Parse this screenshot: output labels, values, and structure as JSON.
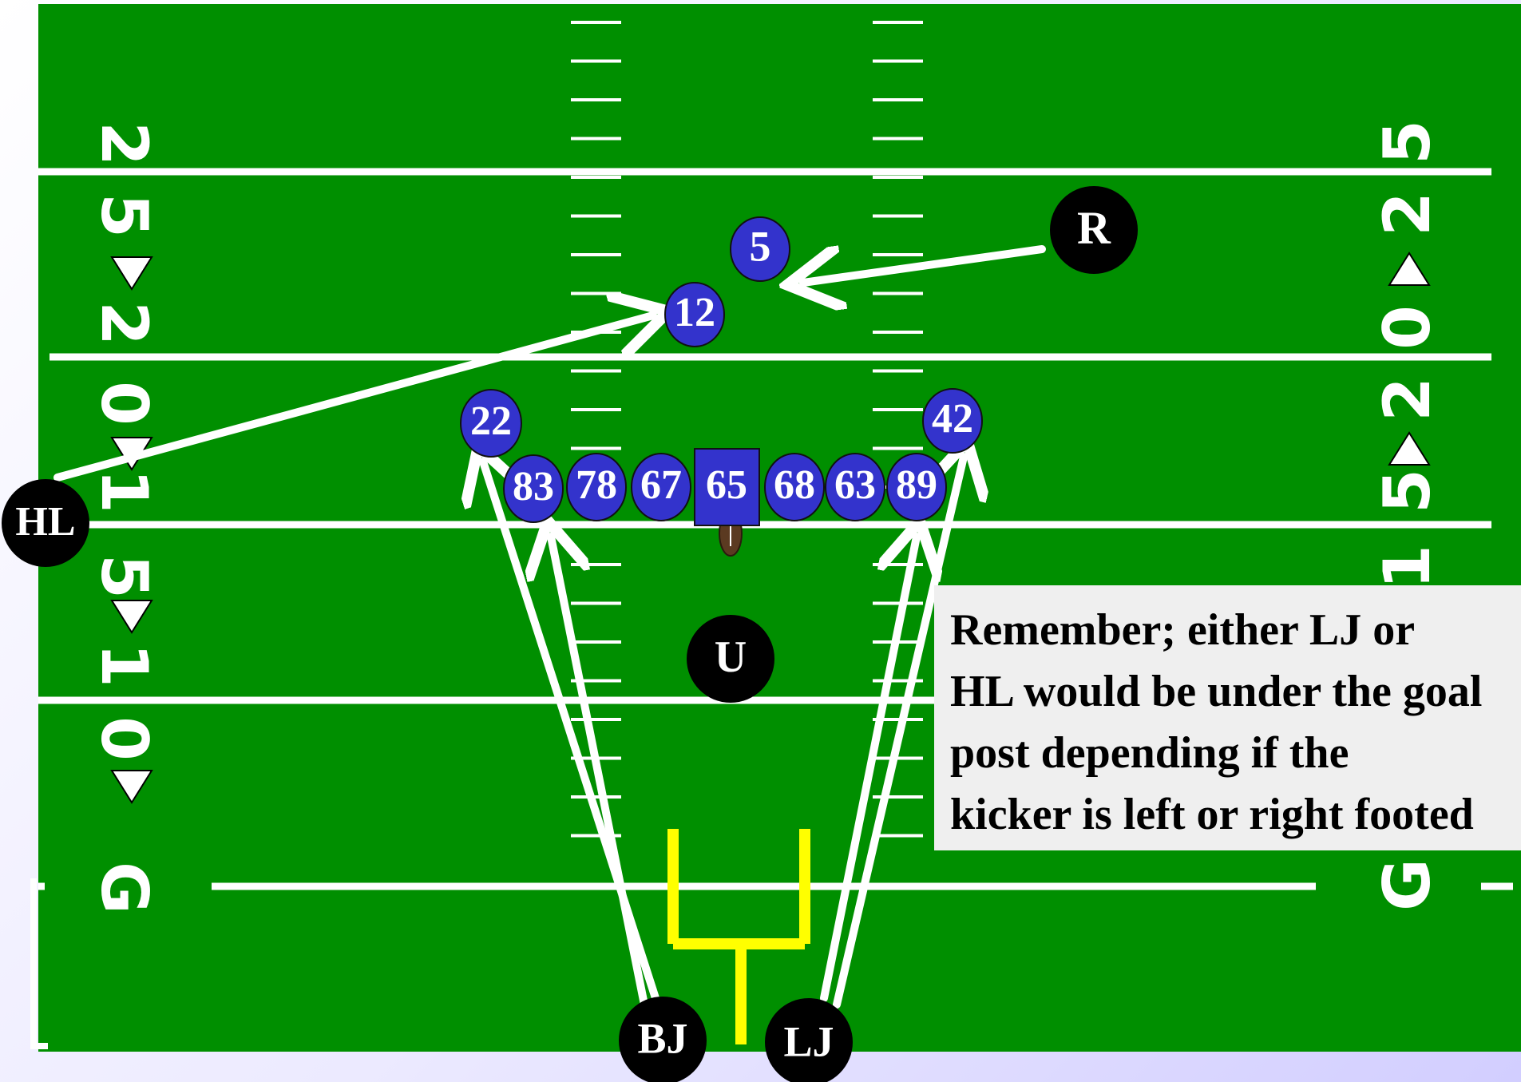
{
  "field": {
    "colors": {
      "grass": "#008f00",
      "lines": "#ffffff",
      "goalpost": "#ffff00",
      "player": "#3333cc",
      "official": "#000000"
    },
    "left_yard_digits": [
      "2",
      "5",
      "2",
      "0",
      "1",
      "5",
      "1",
      "0",
      "G"
    ],
    "right_yard_digits": [
      "5",
      "2",
      "0",
      "2",
      "5",
      "1",
      "G"
    ],
    "arrow_icon": "triangle-arrow"
  },
  "players": {
    "p5": "5",
    "p12": "12",
    "p22": "22",
    "p42": "42",
    "p83": "83",
    "p78": "78",
    "p67": "67",
    "p65": "65",
    "p68": "68",
    "p63": "63",
    "p89": "89"
  },
  "officials": {
    "r": "R",
    "hl": "HL",
    "u": "U",
    "bj": "BJ",
    "lj": "LJ"
  },
  "note": {
    "lines": [
      "Remember; either LJ or",
      "HL would be under the goal",
      "post depending  if the",
      "kicker is left or right footed"
    ]
  }
}
